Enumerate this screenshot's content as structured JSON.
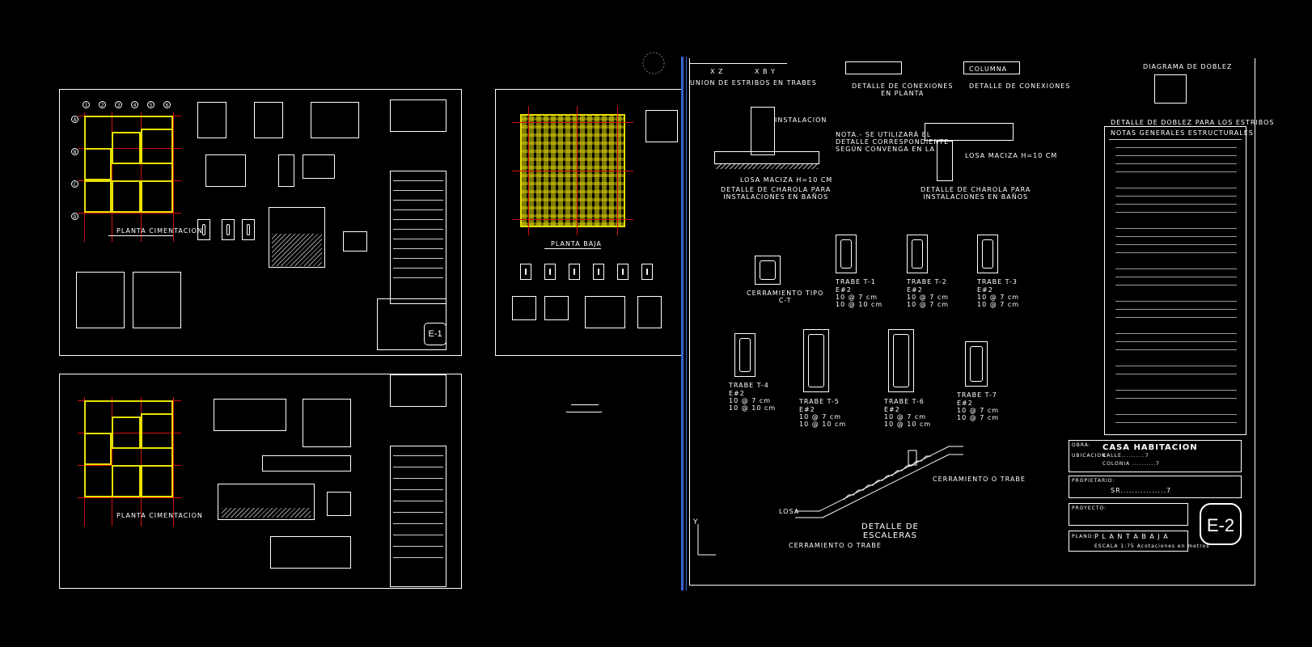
{
  "sheets": {
    "e1": {
      "plan_title": "PLANTA CIMENTACION",
      "sheet_id": "E-1"
    },
    "top_middle": {
      "plan_title": "PLANTA BAJA"
    },
    "bottom_left": {
      "plan_title": "PLANTA CIMENTACION"
    }
  },
  "e2": {
    "axis_label_left": "X Z",
    "axis_label_right": "X B Y",
    "header_left": "UNION DE ESTRIBOS EN TRABES",
    "detail_conexiones_planta": "DETALLE DE CONEXIONES\nEN PLANTA",
    "detail_conexiones": "DETALLE DE CONEXIONES",
    "columna_label": "COLUMNA",
    "diagrama_doblez": "DIAGRAMA DE DOBLEZ",
    "detalle_doblez": "DETALLE DE DOBLEZ PARA LOS ESTRIBOS",
    "notas_title": "NOTAS GENERALES ESTRUCTURALES",
    "instalacion": "INSTALACION",
    "nota_text": "NOTA.- SE UTILIZARÁ EL\nDETALLE CORRESPONDIENTE\nSEGÚN CONVENGA EN LA",
    "losa_maciza_left": "LOSA MACIZA H=10 CM",
    "losa_maciza_right": "LOSA MACIZA H=10 CM",
    "chaflan_left": "DETALLE DE CHAROLA PARA\nINSTALACIONES EN BAÑOS",
    "chaflan_right": "DETALLE DE CHAROLA PARA\nINSTALACIONES EN BAÑOS",
    "cerramiento_tipo": "CERRAMIENTO TIPO\nC-T",
    "trabes": [
      "TRABE T-1",
      "TRABE T-2",
      "TRABE T-3",
      "TRABE T-4",
      "TRABE T-5",
      "TRABE T-6",
      "TRABE T-7"
    ],
    "trabe_specs": [
      "E#2\n10 @ 7 cm\n10 @ 10 cm",
      "E#2\n10 @ 7 cm\n10 @ 7 cm"
    ],
    "escaleras": "DETALLE DE\nESCALERAS",
    "cerramiento_trabe_left": "CERRAMIENTO O TRABE",
    "cerramiento_trabe_right": "CERRAMIENTO O TRABE",
    "losa_label": "LOSA",
    "titleblock": {
      "obra_label": "OBRA:",
      "obra_value": "CASA HABITACION",
      "ubicacion_label": "UBICACION:",
      "ubicacion_value": "CALLE..........7",
      "colonia_value": "COLONIA ..........7",
      "propietario_label": "PROPIETARIO:",
      "propietario_value": "SR................7",
      "proyecto_label": "PROYECTO:",
      "plano_label": "PLANO:",
      "plano_value": "P L A N T A   B A J A",
      "escala": "ESCALA 1:75     Acotaciones en metros",
      "sheet_id": "E-2"
    }
  },
  "colors": {
    "background": "#000000",
    "linework": "#ffffff",
    "plan": "#e8e000",
    "grid": "#d01010",
    "divider": "#3a62d8"
  }
}
